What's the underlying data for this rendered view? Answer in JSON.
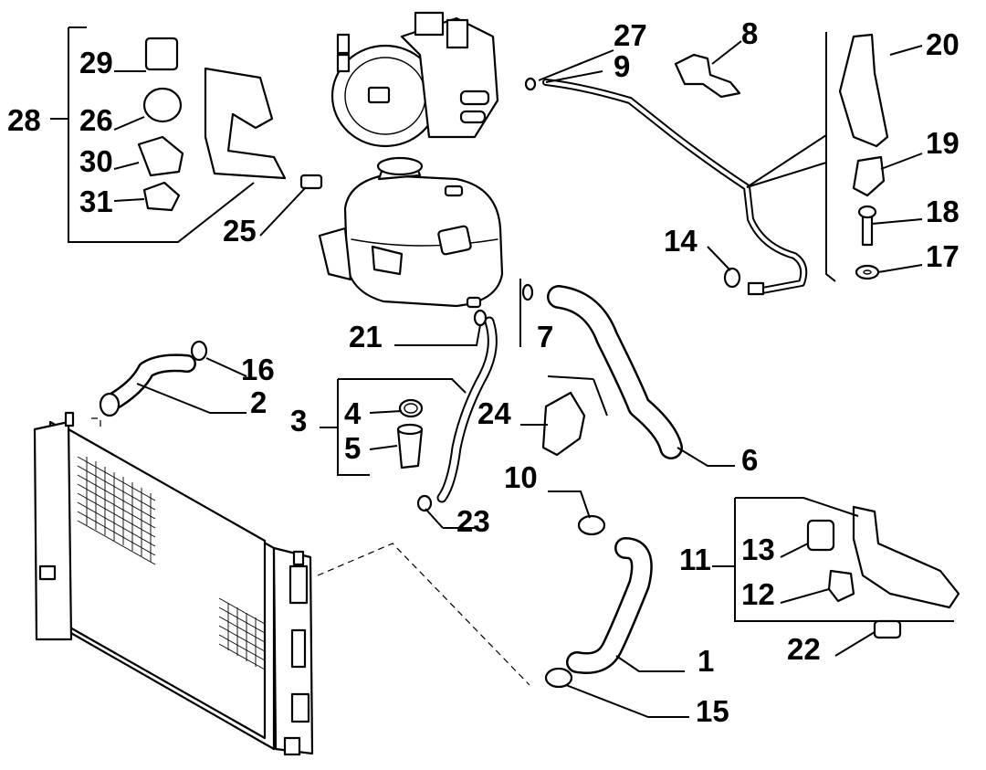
{
  "callouts": {
    "c1": "1",
    "c2": "2",
    "c3": "3",
    "c4": "4",
    "c5": "5",
    "c6": "6",
    "c7": "7",
    "c8": "8",
    "c9": "9",
    "c10": "10",
    "c11": "11",
    "c12": "12",
    "c13": "13",
    "c14": "14",
    "c15": "15",
    "c16": "16",
    "c17": "17",
    "c18": "18",
    "c19": "19",
    "c20": "20",
    "c21": "21",
    "c22": "22",
    "c23": "23",
    "c24": "24",
    "c25": "25",
    "c26": "26",
    "c27": "27",
    "c28": "28",
    "c29": "29",
    "c30": "30",
    "c31": "31"
  },
  "colors": {
    "ink": "#000000",
    "paper": "#ffffff"
  }
}
